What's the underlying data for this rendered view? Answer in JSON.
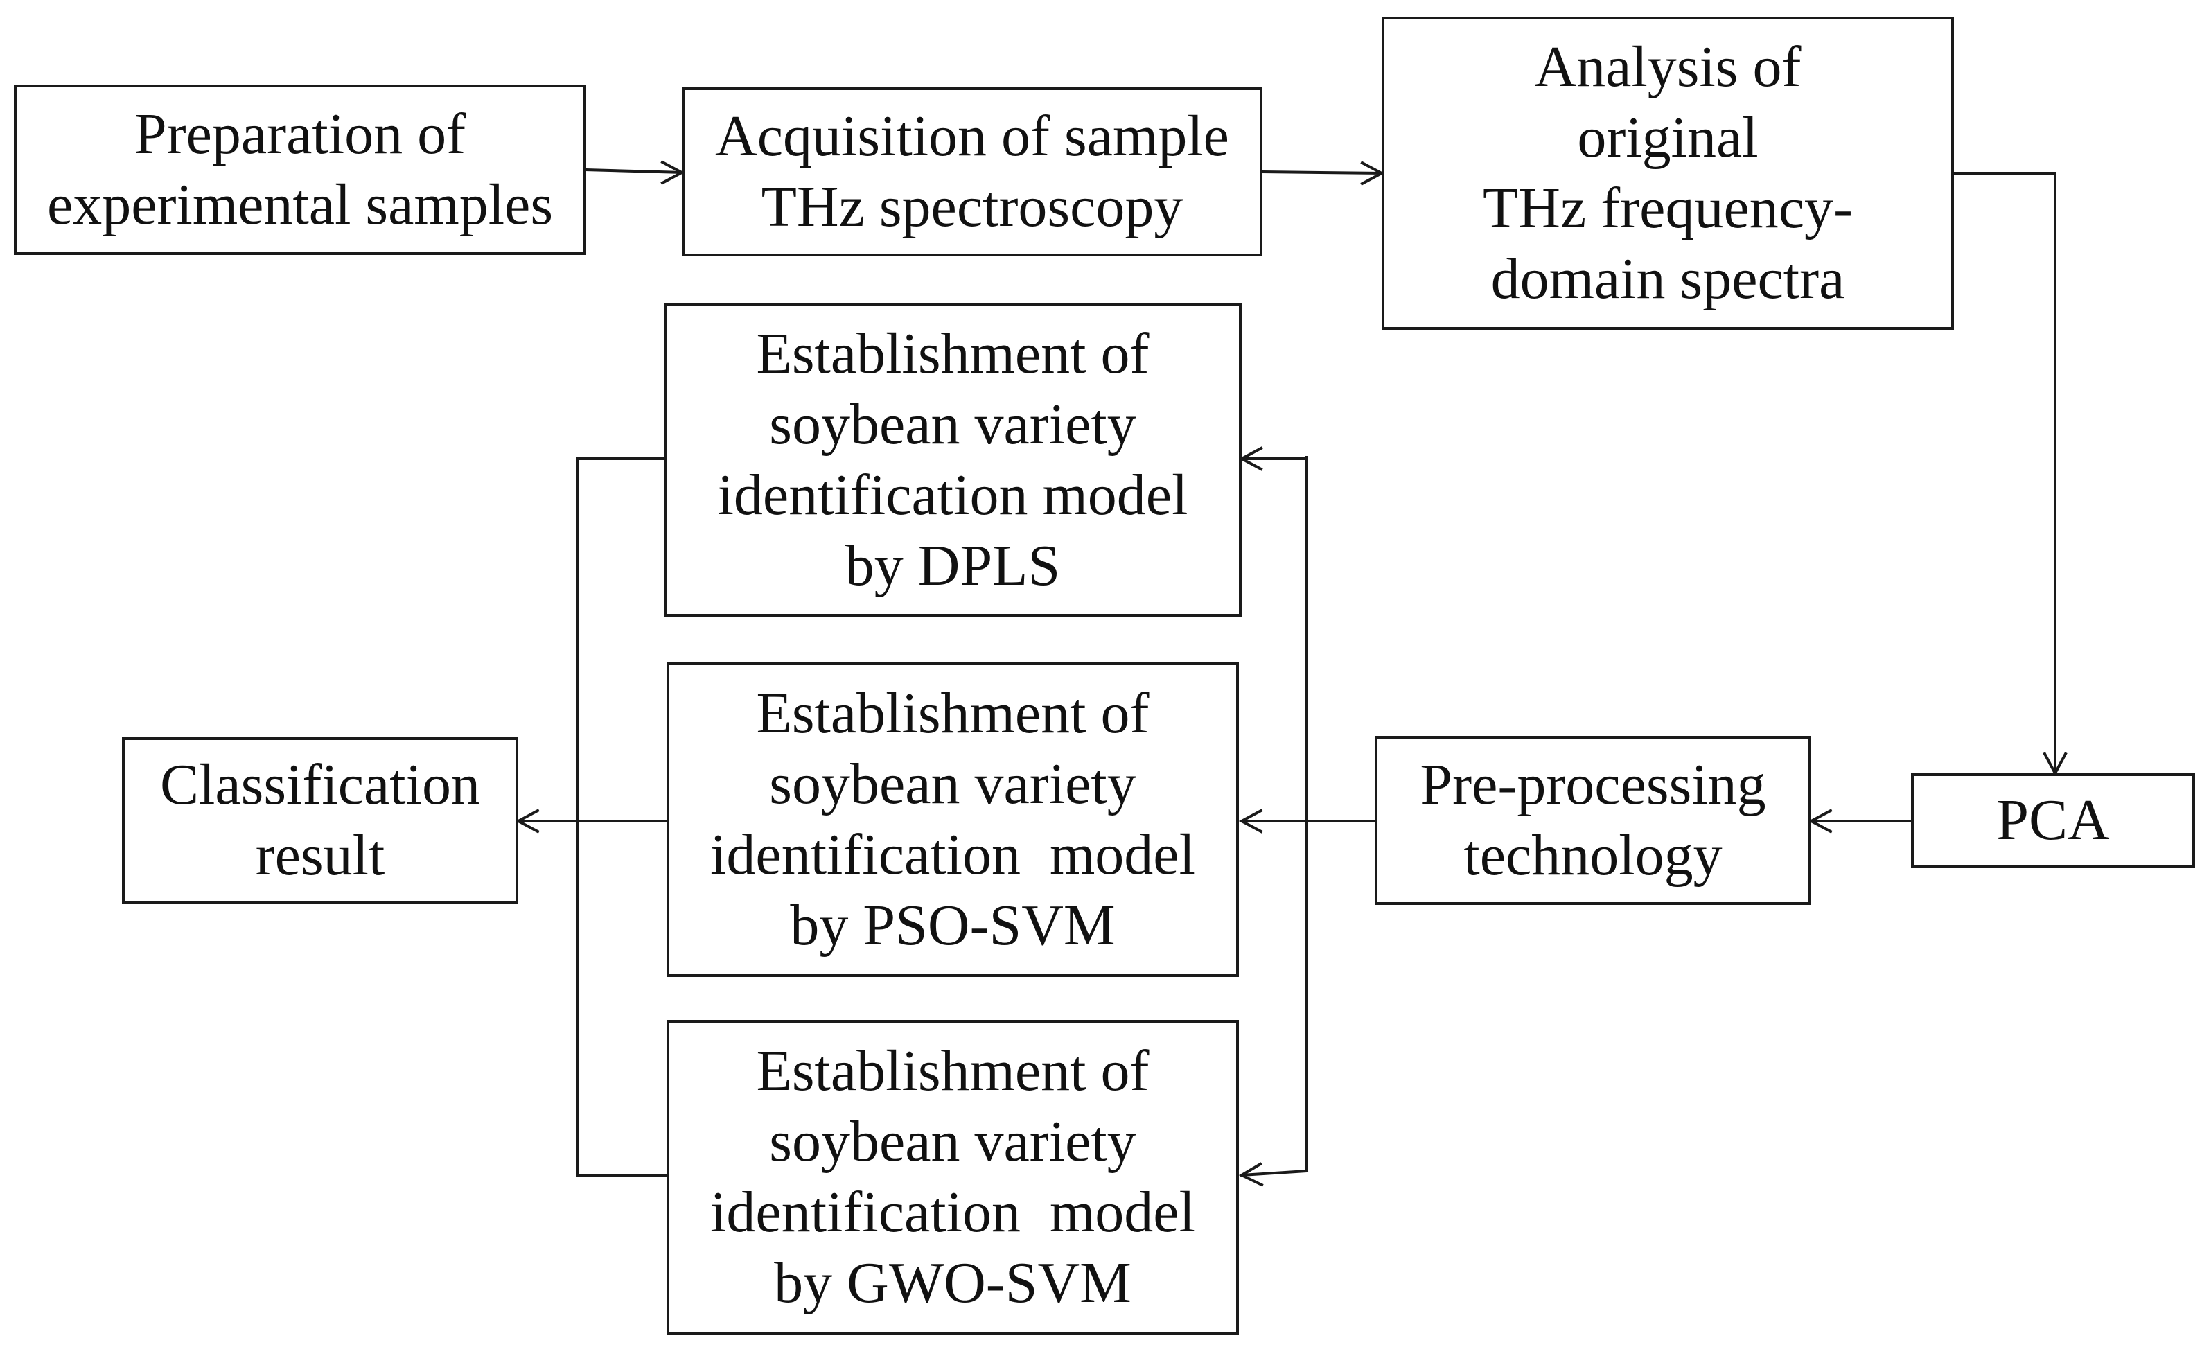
{
  "diagram": {
    "nodes": {
      "prep": {
        "lines": [
          "Preparation of",
          "experimental samples"
        ]
      },
      "acq": {
        "lines": [
          "Acquisition of sample",
          "THz spectroscopy"
        ]
      },
      "analysis": {
        "lines": [
          "Analysis of",
          "original",
          "THz frequency-",
          "domain spectra"
        ]
      },
      "pca": {
        "lines": [
          "PCA"
        ]
      },
      "preproc": {
        "lines": [
          "Pre-processing",
          "technology"
        ]
      },
      "dpls": {
        "lines": [
          "Establishment of",
          "soybean variety",
          "identification model",
          "by DPLS"
        ]
      },
      "psosvm": {
        "lines": [
          "Establishment of",
          "soybean variety",
          "identification  model",
          "by PSO-SVM"
        ]
      },
      "gwosvm": {
        "lines": [
          "Establishment of",
          "soybean variety",
          "identification  model",
          "by GWO-SVM"
        ]
      },
      "result": {
        "lines": [
          "Classification",
          "result"
        ]
      }
    },
    "colors": {
      "stroke": "#1a1a1a",
      "text": "#111111",
      "background": "#ffffff"
    }
  }
}
